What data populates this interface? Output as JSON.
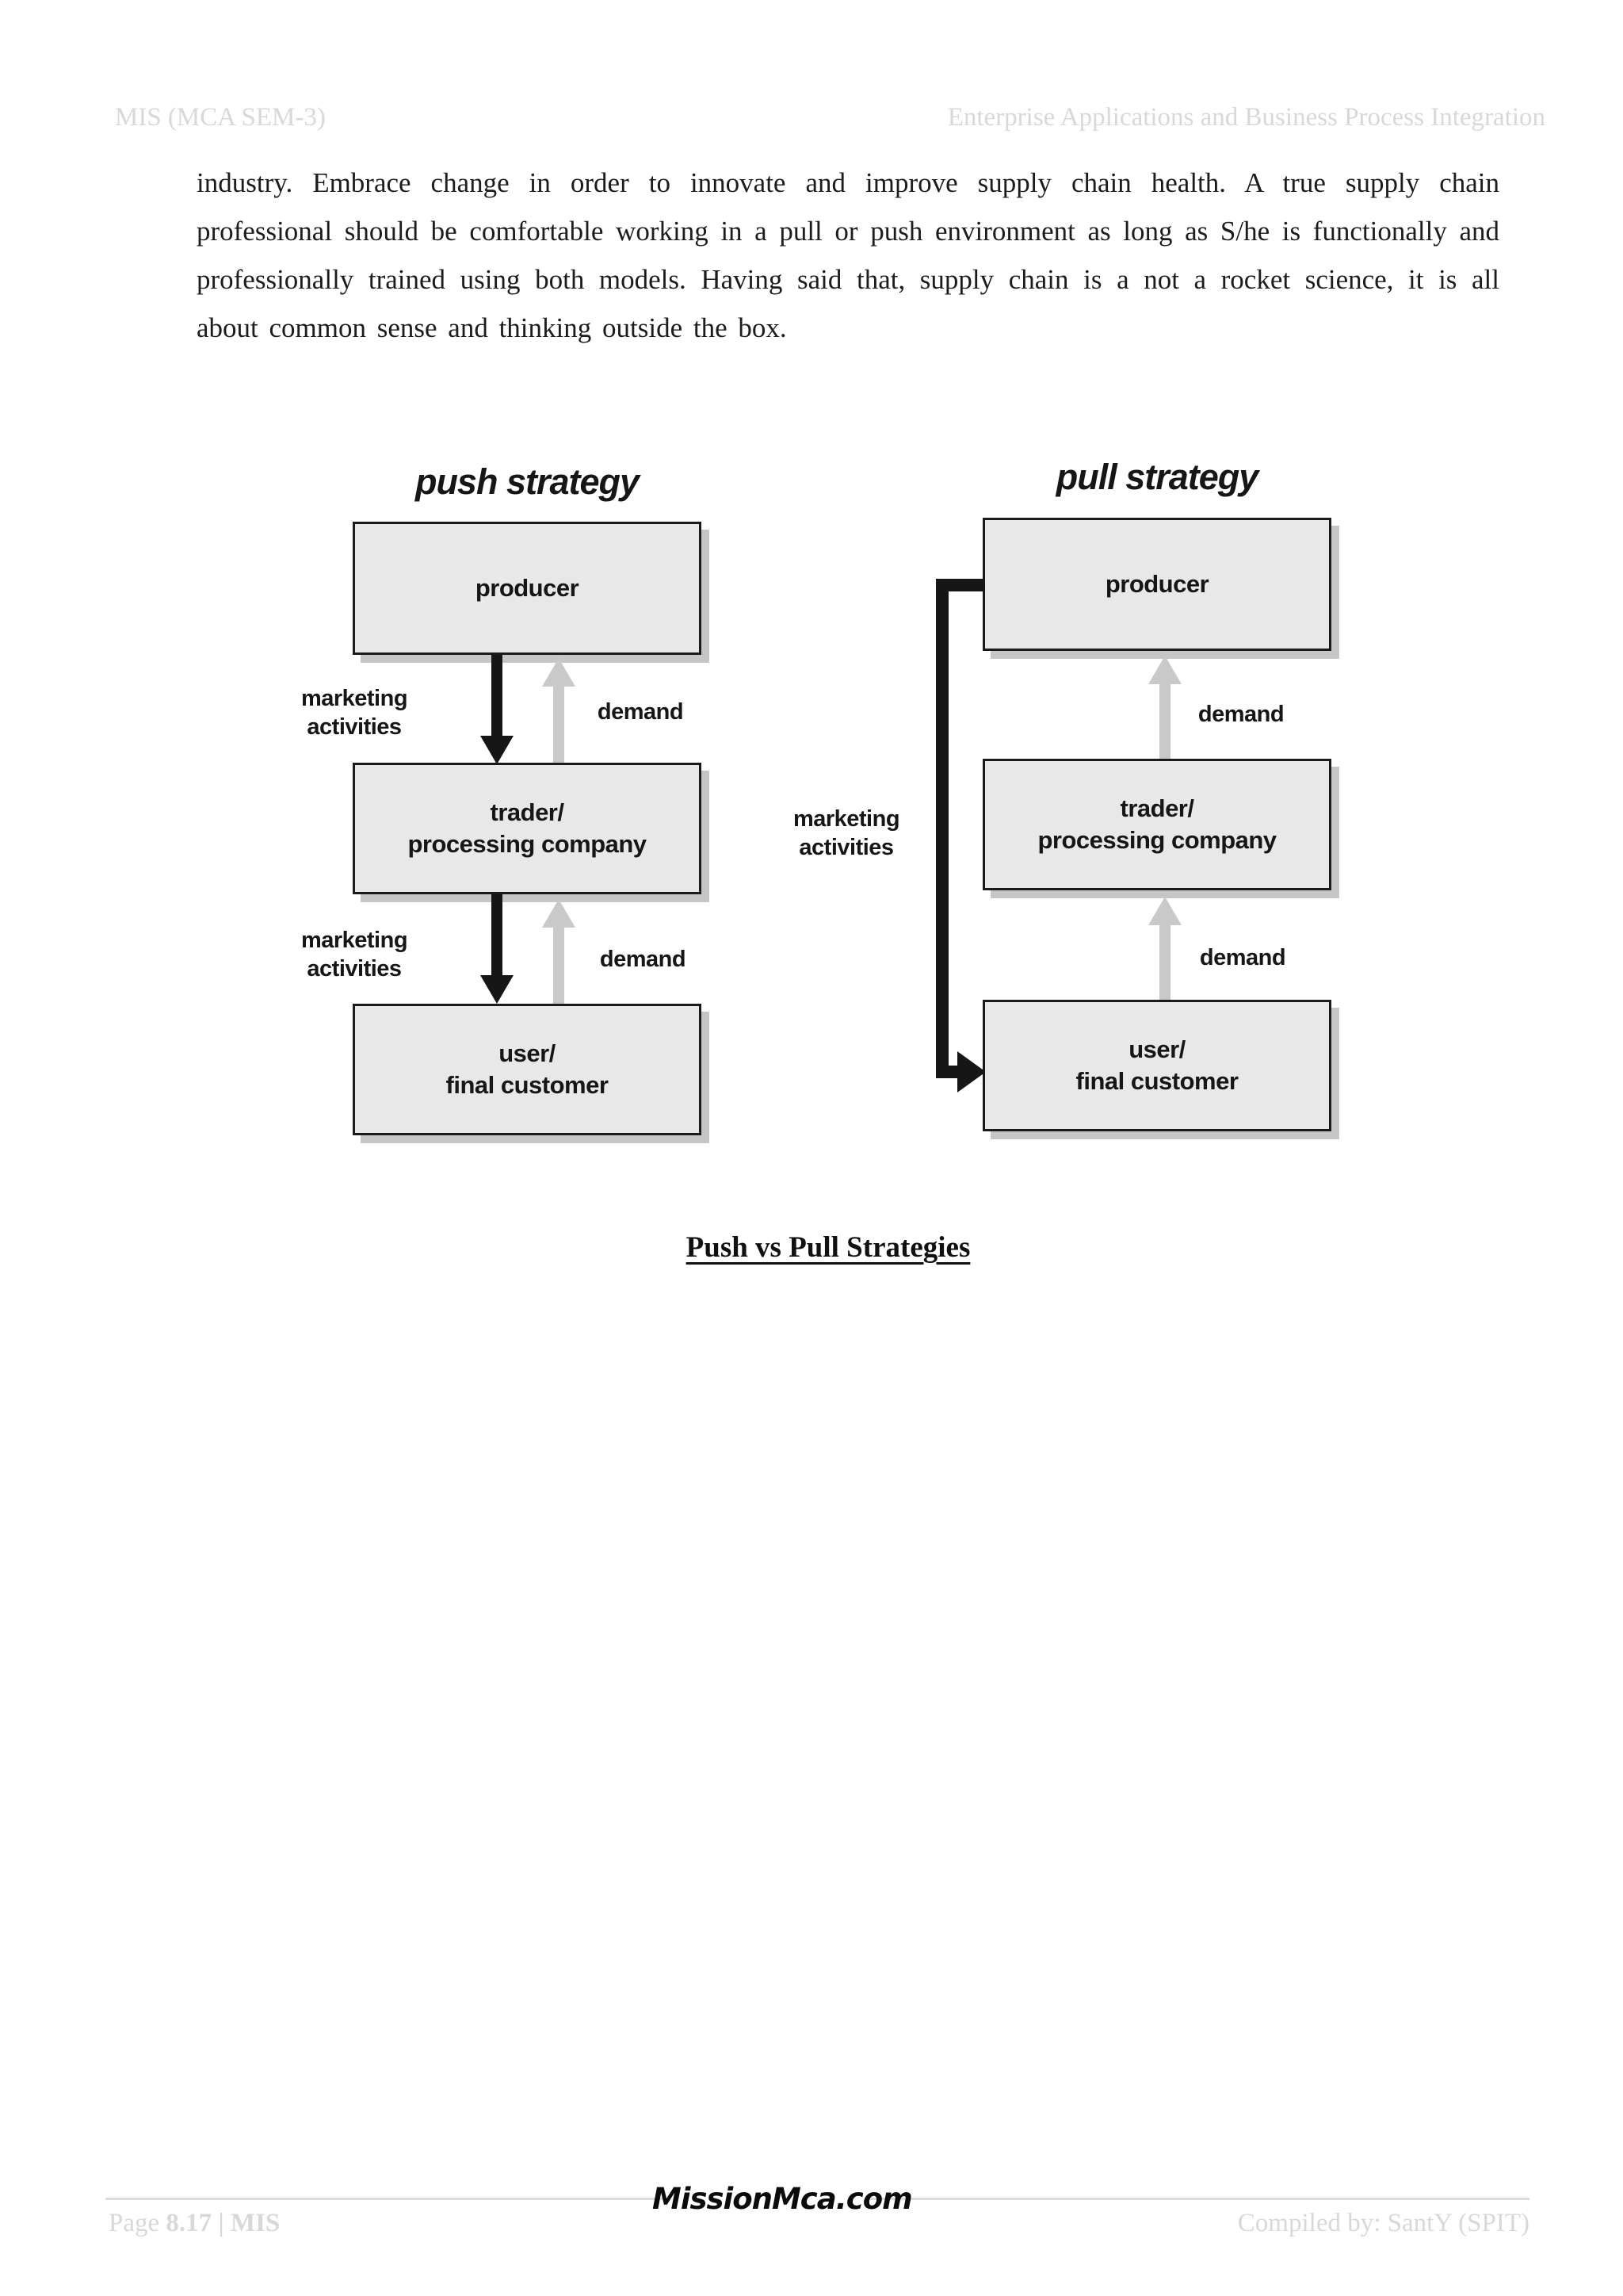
{
  "header": {
    "left": "MIS (MCA SEM-3)",
    "right": "Enterprise Applications and Business Process Integration"
  },
  "body": {
    "paragraph": "industry. Embrace change in order to innovate and improve supply chain health. A true supply chain professional should be comfortable working in a pull or push environment as long as S/he is functionally and professionally trained using both models. Having said that, supply chain is a not a rocket science, it is all about common sense and thinking outside the box."
  },
  "diagram": {
    "push": {
      "title": "push strategy",
      "producer": "producer",
      "trader_line1": "trader/",
      "trader_line2": "processing company",
      "user_line1": "user/",
      "user_line2": "final customer",
      "marketing_line1": "marketing",
      "marketing_line2": "activities",
      "demand": "demand"
    },
    "pull": {
      "title": "pull strategy",
      "producer": "producer",
      "trader_line1": "trader/",
      "trader_line2": "processing company",
      "user_line1": "user/",
      "user_line2": "final customer",
      "marketing_line1": "marketing",
      "marketing_line2": "activities",
      "demand": "demand"
    },
    "caption": "Push vs Pull Strategies"
  },
  "footer": {
    "page_prefix": "Page",
    "page_info": "8.17 | MIS",
    "logo": "MissionMca.com",
    "compiled": "Compiled by: SantY (SPIT)"
  },
  "colors": {
    "box_fill": "#e8e8e8",
    "box_border": "#1a1a1a",
    "box_shadow": "#c6c6c6",
    "arrow_marketing": "#161616",
    "arrow_demand": "#c9c9c9",
    "header_footer_text": "#d8d8d8",
    "body_text": "#1c1c1c"
  }
}
